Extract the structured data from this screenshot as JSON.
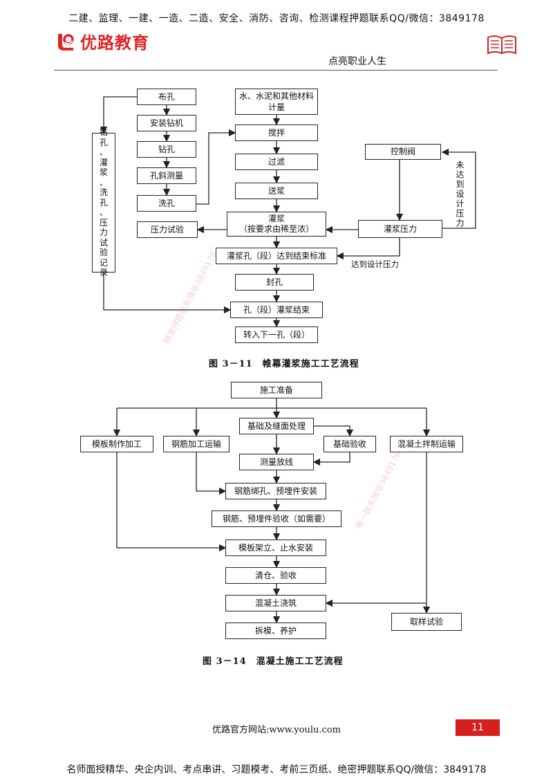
{
  "header": {
    "banner": "二建、监理、一建、一造、二造、安全、消防、咨询、检测课程押题联系QQ/微信：3849178",
    "logo_text": "优路教育",
    "tagline": "点亮职业人生"
  },
  "figure1": {
    "caption": "图 3－11　帷幕灌浆施工工艺流程",
    "nodes": {
      "bukong": "布孔",
      "anzhuang": "安装钻机",
      "zuankong": "钻孔",
      "kongxie": "孔斜测量",
      "xikong": "洗孔",
      "yalishiyan": "压力试验",
      "cailiao_1": "水、水泥和其他材料",
      "cailiao_2": "计量",
      "jiaoban": "搅拌",
      "guolv": "过滤",
      "songjiang": "送浆",
      "guanjiang_1": "灌浆",
      "guanjiang_2": "（按要求由稀至浓）",
      "kongzhifa": "控制阀",
      "guanjiangyali": "灌浆压力",
      "dadao": "灌浆孔（段）达到结束标准",
      "fengkong": "封孔",
      "jieshu": "孔（段）灌浆结束",
      "xiayikong": "转入下一孔（段）",
      "jilu_1": "钻",
      "jilu_2": "孔",
      "jilu_3": "、",
      "jilu_4": "灌",
      "jilu_5": "浆",
      "jilu_6": "、",
      "jilu_7": "洗",
      "jilu_8": "孔",
      "jilu_9": "、",
      "jilu_10": "压",
      "jilu_11": "力",
      "jilu_12": "试",
      "jilu_13": "验",
      "jilu_14": "记",
      "jilu_15": "录"
    },
    "labels": {
      "weida": "未达到设计压力",
      "dadao_yali": "达到设计压力"
    },
    "watermark": "精准押题联系微信3849178"
  },
  "figure2": {
    "caption": "图 3－14　混凝土施工工艺流程",
    "nodes": {
      "zhunbei": "施工准备",
      "muban": "模板制作加工",
      "gangjin": "钢筋加工运输",
      "jichu": "基础及缝面处理",
      "jichuyanshou": "基础验收",
      "hunningtu": "混凝土拌制运输",
      "celiang": "测量放线",
      "bangzha": "钢筋绑孔、预埋件安装",
      "yanshou": "钢筋、预埋件验收（如需要）",
      "mubanjia": "模板架立、止水安装",
      "qingcang": "清仓、验收",
      "jiaozhu": "混凝土浇筑",
      "chaimo": "拆模、养护",
      "quyang": "取样试验"
    },
    "watermark": "唯一联系微信3849178"
  },
  "footer": {
    "site": "优路官方网站:www.youlu.com",
    "page_number": "11",
    "banner": "名师面授精华、央企内训、考点串讲、习题模考、考前三页纸、绝密押题联系QQ/微信：3849178"
  },
  "colors": {
    "brand_red": "#e02424",
    "page_tab": "#d71f1f"
  }
}
